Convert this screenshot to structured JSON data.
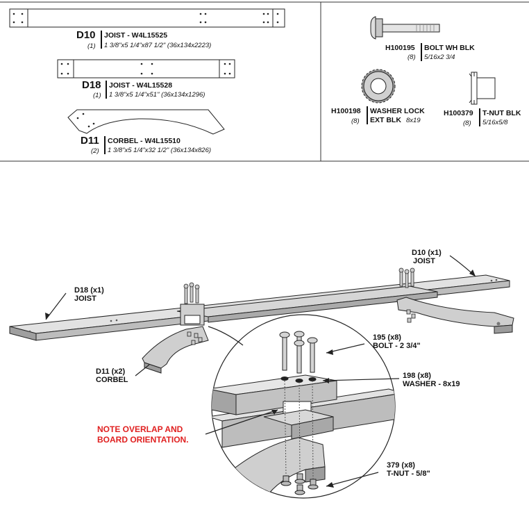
{
  "parts": {
    "d10": {
      "code": "D10",
      "name": "JOIST - W4L15525",
      "qty": "(1)",
      "dims": "1 3/8\"x5 1/4\"x87 1/2\" (36x134x2223)"
    },
    "d18": {
      "code": "D18",
      "name": "JOIST - W4L15528",
      "qty": "(1)",
      "dims": "1 3/8\"x5 1/4\"x51\" (36x134x1296)"
    },
    "d11": {
      "code": "D11",
      "name": "CORBEL - W4L15510",
      "qty": "(2)",
      "dims": "1 3/8\"x5 1/4\"x32 1/2\" (36x134x826)"
    }
  },
  "hardware": {
    "h195": {
      "code": "H100195",
      "qty": "(8)",
      "name": "BOLT WH BLK",
      "dims": "5/16x2 3/4"
    },
    "h198": {
      "code": "H100198",
      "qty": "(8)",
      "name_line1": "WASHER LOCK",
      "name_line2": "EXT BLK",
      "dims": "8x19"
    },
    "h379": {
      "code": "H100379",
      "qty": "(8)",
      "name": "T-NUT BLK",
      "dims": "5/16x5/8"
    }
  },
  "callouts": {
    "d10": {
      "line1": "D10 (x1)",
      "line2": "JOIST"
    },
    "d18": {
      "line1": "D18 (x1)",
      "line2": "JOIST"
    },
    "d11": {
      "line1": "D11 (x2)",
      "line2": "CORBEL"
    },
    "bolt": {
      "line1": "195 (x8)",
      "line2": "BOLT - 2 3/4\""
    },
    "washer": {
      "line1": "198 (x8)",
      "line2": "WASHER - 8x19"
    },
    "tnut": {
      "line1": "379 (x8)",
      "line2": "T-NUT - 5/8\""
    }
  },
  "note": {
    "line1": "NOTE OVERLAP AND",
    "line2": "BOARD ORIENTATION."
  },
  "colors": {
    "wood": "#c9c9c9",
    "wood_dark": "#8f8f8f",
    "wood_light": "#e2e2e2",
    "line": "#222222",
    "note": "#e02020"
  }
}
